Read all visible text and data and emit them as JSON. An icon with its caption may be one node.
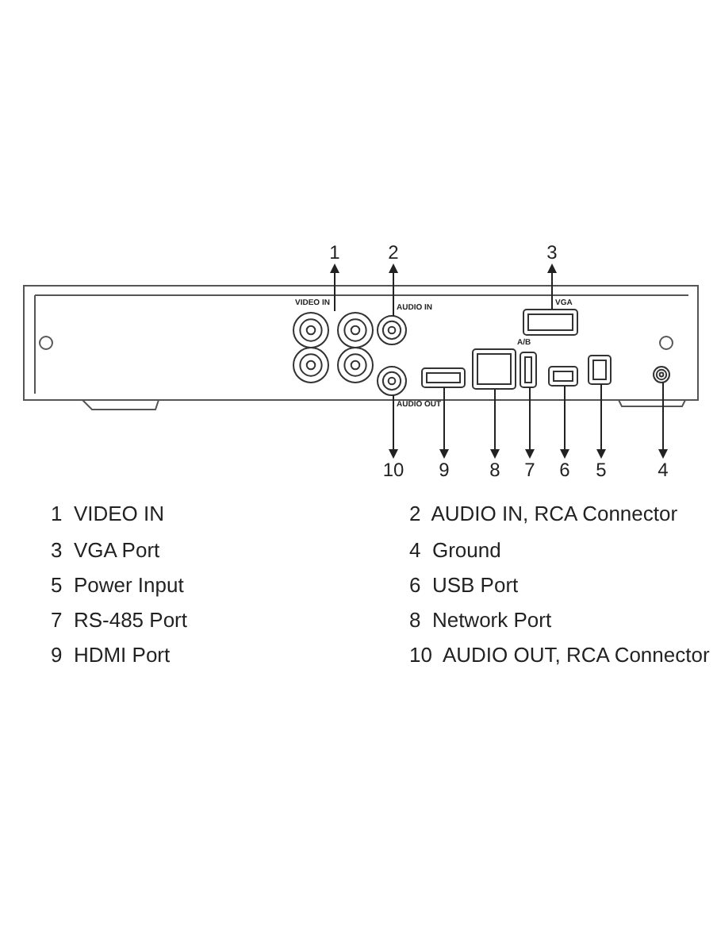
{
  "diagram": {
    "nodes": [
      {
        "text": [
          "1"
        ]
      },
      {
        "text": [
          "2"
        ]
      },
      {
        "text": [
          "3"
        ]
      },
      {
        "text": [
          "10"
        ]
      },
      {
        "text": [
          "9"
        ]
      },
      {
        "text": [
          "8"
        ]
      },
      {
        "text": [
          "7"
        ]
      },
      {
        "text": [
          "6"
        ]
      },
      {
        "text": [
          "5"
        ]
      },
      {
        "text": [
          "4"
        ]
      },
      {
        "text": [],
        "shape": "circle"
      },
      {
        "text": [],
        "shape": "circle"
      },
      {
        "text": [],
        "shape": "box"
      },
      {
        "text": [],
        "shape": "circle"
      },
      {
        "text": [],
        "shape": "box"
      },
      {
        "text": [],
        "shape": "box"
      },
      {
        "text": [],
        "shape": "box"
      },
      {
        "text": [],
        "shape": "box"
      },
      {
        "text": [],
        "shape": "box"
      },
      {
        "text": [],
        "shape": "circle"
      }
    ],
    "edges": [
      {
        "from": 10,
        "to": 0,
        "arrow": "to"
      },
      {
        "from": 11,
        "to": 1,
        "arrow": "to"
      },
      {
        "from": 12,
        "to": 2,
        "arrow": "to"
      },
      {
        "from": 13,
        "to": 3,
        "arrow": "to"
      },
      {
        "from": 14,
        "to": 4,
        "arrow": "to"
      },
      {
        "from": 15,
        "to": 5,
        "arrow": "to"
      },
      {
        "from": 16,
        "to": 6,
        "arrow": "to"
      },
      {
        "from": 17,
        "to": 7,
        "arrow": "to"
      },
      {
        "from": 18,
        "to": 8,
        "arrow": "to"
      },
      {
        "from": 19,
        "to": 9,
        "arrow": "to"
      }
    ],
    "labels": [
      "VIDEO IN",
      "AUDIO IN",
      "VGA",
      "AUDIO OUT",
      "A/B",
      "1  VIDEO IN",
      "2  AUDIO IN, RCA Connector",
      "3  VGA Port",
      "4  Ground",
      "5  Power Input",
      "6  USB Port",
      "7  RS-485 Port",
      "8  Network Port",
      "9  HDMI Port",
      "10  AUDIO OUT, RCA Connector"
    ]
  }
}
